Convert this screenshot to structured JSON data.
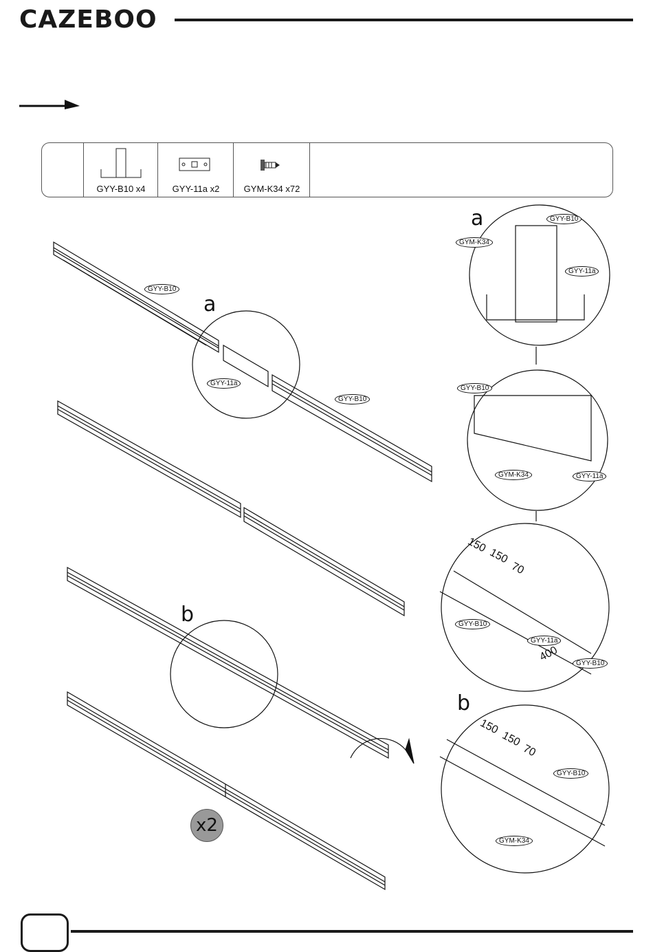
{
  "header": {
    "brand": "CAZEBOO"
  },
  "parts": [
    {
      "code": "GYY-B10",
      "qty": "x4",
      "label": "GYY-B10   x4"
    },
    {
      "code": "GYY-11a",
      "qty": "x2",
      "label": "GYY-11a   x2"
    },
    {
      "code": "GYM-K34",
      "qty": "x72",
      "label": "GYM-K34 x72"
    }
  ],
  "callouts": {
    "a": "a",
    "b": "b",
    "part_b10": "GYY-B10",
    "part_11a": "GYY-11a",
    "part_k34": "GYM-K34"
  },
  "dimensions": {
    "d1": "150",
    "d2": "150",
    "d3": "70",
    "d4": "400"
  },
  "multiplier": "x2",
  "footer": {
    "page_number": ""
  }
}
